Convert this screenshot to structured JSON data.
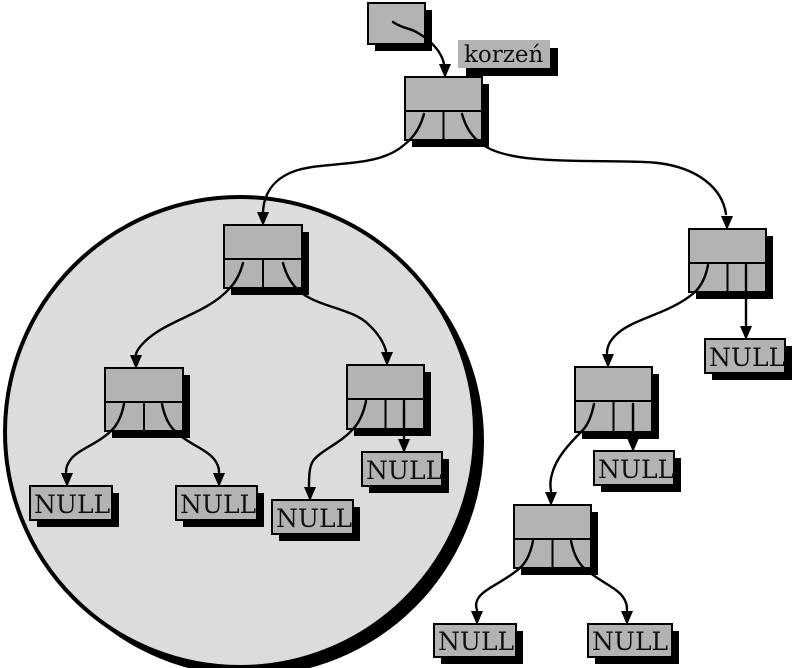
{
  "colors": {
    "background": "#ffffff",
    "node_fill": "#b3b3b3",
    "region_fill": "#dcdcdc",
    "line": "#000000",
    "shadow": "#000000",
    "text": "#111111"
  },
  "labels": {
    "root_pointer": "korzeń"
  },
  "null_boxes": [
    {
      "id": "null-LL-left",
      "label": "NULL"
    },
    {
      "id": "null-LL-right",
      "label": "NULL"
    },
    {
      "id": "null-LR-left",
      "label": "NULL"
    },
    {
      "id": "null-LR-right",
      "label": "NULL"
    },
    {
      "id": "null-R-right",
      "label": "NULL"
    },
    {
      "id": "null-RL-right",
      "label": "NULL"
    },
    {
      "id": "null-RLL-left",
      "label": "NULL"
    },
    {
      "id": "null-RLL-right",
      "label": "NULL"
    }
  ],
  "structure": {
    "root_pointer": {
      "points_to": "root"
    },
    "root": {
      "left": "node-L",
      "right": "node-R"
    },
    "node-L": {
      "left": "node-LL",
      "right": "node-LR",
      "inside_highlight_circle": true
    },
    "node-LL": {
      "left": "NULL",
      "right": "NULL",
      "inside_highlight_circle": true
    },
    "node-LR": {
      "left": "NULL",
      "right": "NULL",
      "inside_highlight_circle": true
    },
    "node-R": {
      "left": "node-RL",
      "right": "NULL"
    },
    "node-RL": {
      "left": "node-RLL",
      "right": "NULL"
    },
    "node-RLL": {
      "left": "NULL",
      "right": "NULL"
    }
  }
}
